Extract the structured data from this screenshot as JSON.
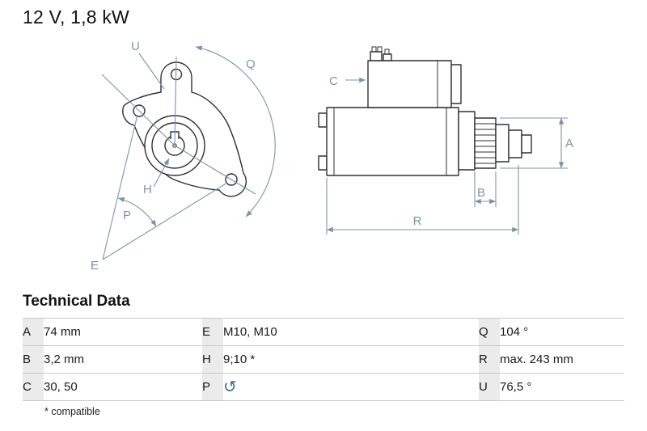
{
  "title": "12 V, 1,8 kW",
  "diagram": {
    "front_view": {
      "labels": {
        "U": "U",
        "Q": "Q",
        "H": "H",
        "P": "P",
        "E": "E"
      }
    },
    "side_view": {
      "labels": {
        "C": "C",
        "A": "A",
        "B": "B",
        "R": "R"
      }
    }
  },
  "technical_data": {
    "heading": "Technical Data",
    "rows": [
      [
        {
          "key": "A",
          "value": "74 mm"
        },
        {
          "key": "E",
          "value": "M10, M10"
        },
        {
          "key": "Q",
          "value": "104 °"
        }
      ],
      [
        {
          "key": "B",
          "value": "3,2 mm"
        },
        {
          "key": "H",
          "value": "9;10 *"
        },
        {
          "key": "R",
          "value": "max. 243 mm"
        }
      ],
      [
        {
          "key": "C",
          "value": "30, 50"
        },
        {
          "key": "P",
          "value": "",
          "icon_glyph": "↺"
        },
        {
          "key": "U",
          "value": "76,5 °"
        }
      ]
    ],
    "footnote": "* compatible"
  },
  "colors": {
    "dimension_line": "#7e93aa",
    "drawing_line": "#303030",
    "table_border": "#c9c9c9",
    "key_cell_background": "#ebebeb",
    "rotation_icon": "#3c6a8e"
  }
}
